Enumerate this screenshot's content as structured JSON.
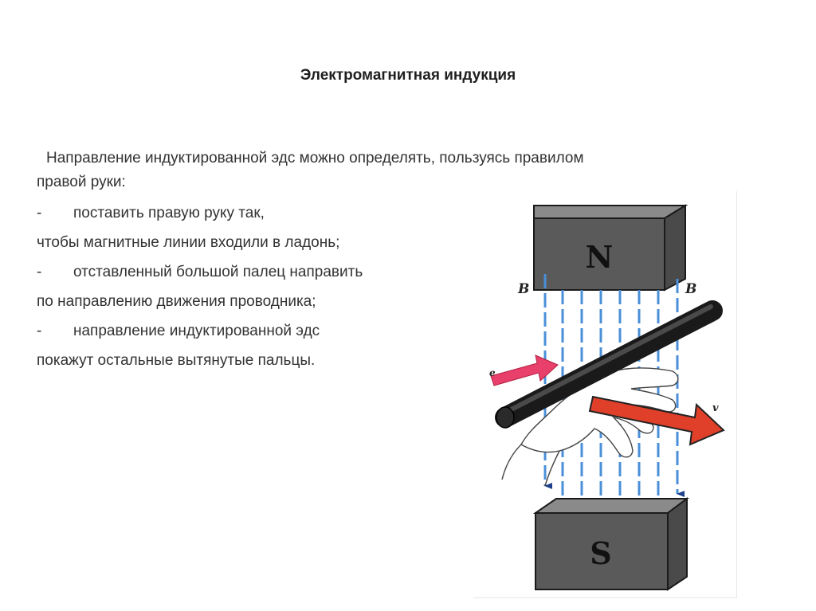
{
  "slide": {
    "title": "Электромагнитная индукция",
    "intro_line1": "Направление индуктированной эдс можно определять, пользуясь правилом",
    "intro_line2": "правой руки:",
    "items": [
      {
        "bullet": "-",
        "text": "поставить правую руку так,"
      },
      {
        "bullet": "",
        "text": "чтобы магнитные линии входили в ладонь;"
      },
      {
        "bullet": "-",
        "text": "отставленный большой палец направить"
      },
      {
        "bullet": "",
        "text": "по направлению движения проводника;"
      },
      {
        "bullet": "-",
        "text": "направление индуктированной эдс"
      },
      {
        "bullet": "",
        "text": "покажут остальные вытянутые пальцы."
      }
    ]
  },
  "figure": {
    "north_label": "N",
    "south_label": "S",
    "field_label_left": "B",
    "field_label_right": "B",
    "current_label": "e",
    "velocity_label": "v",
    "colors": {
      "field_line": "#4a8fd8",
      "field_arrowhead": "#1e3f8a",
      "magnet_face": "#555555",
      "conductor": "#2a2a2a",
      "velocity_arrow": "#e0402a",
      "current_arrow": "#e8406a"
    }
  }
}
